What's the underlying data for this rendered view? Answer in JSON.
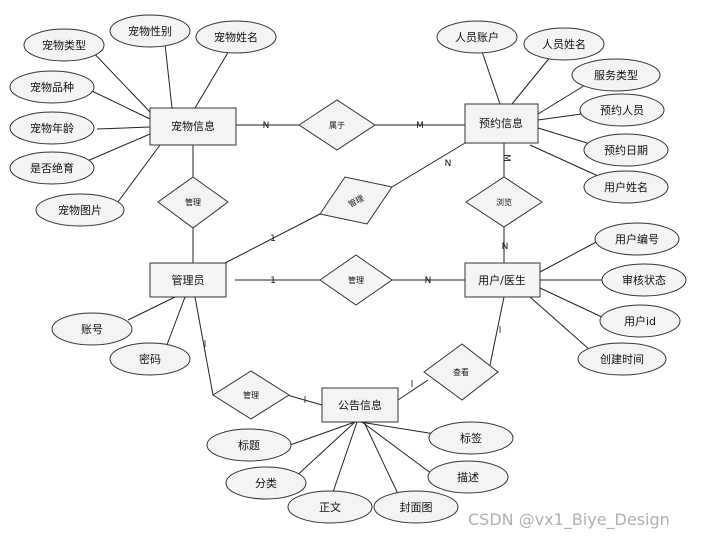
{
  "entities": {
    "pet": "宠物信息",
    "booking": "预约信息",
    "admin": "管理员",
    "user": "用户/医生",
    "notice": "公告信息"
  },
  "relations": {
    "belongs": "属于",
    "manage_pet": "管理",
    "manage_booking": "管理",
    "manage_user": "管理",
    "view": "浏览",
    "manage_notice": "管理",
    "check": "查看"
  },
  "attributes": {
    "pet": [
      "宠物类型",
      "宠物性别",
      "宠物姓名",
      "宠物品种",
      "宠物年龄",
      "是否绝育",
      "宠物图片"
    ],
    "booking": [
      "人员账户",
      "人员姓名",
      "服务类型",
      "预约人员",
      "预约日期",
      "用户姓名"
    ],
    "admin": [
      "账号",
      "密码"
    ],
    "user": [
      "用户编号",
      "审核状态",
      "用户id",
      "创建时间"
    ],
    "notice": [
      "标题",
      "标签",
      "分类",
      "描述",
      "正文",
      "封面图"
    ]
  },
  "cardinalities": {
    "pet_belongs": "N",
    "belongs_booking": "M",
    "booking_admin_n": "N",
    "booking_admin_1": "1",
    "booking_view": "M",
    "view_user": "N",
    "admin_user_1": "1",
    "admin_user_n": "N",
    "admin_notice_a": "l",
    "admin_notice_b": "l",
    "notice_user_a": "l",
    "notice_user_b": "l"
  },
  "watermark": "CSDN @vx1_Biye_Design"
}
